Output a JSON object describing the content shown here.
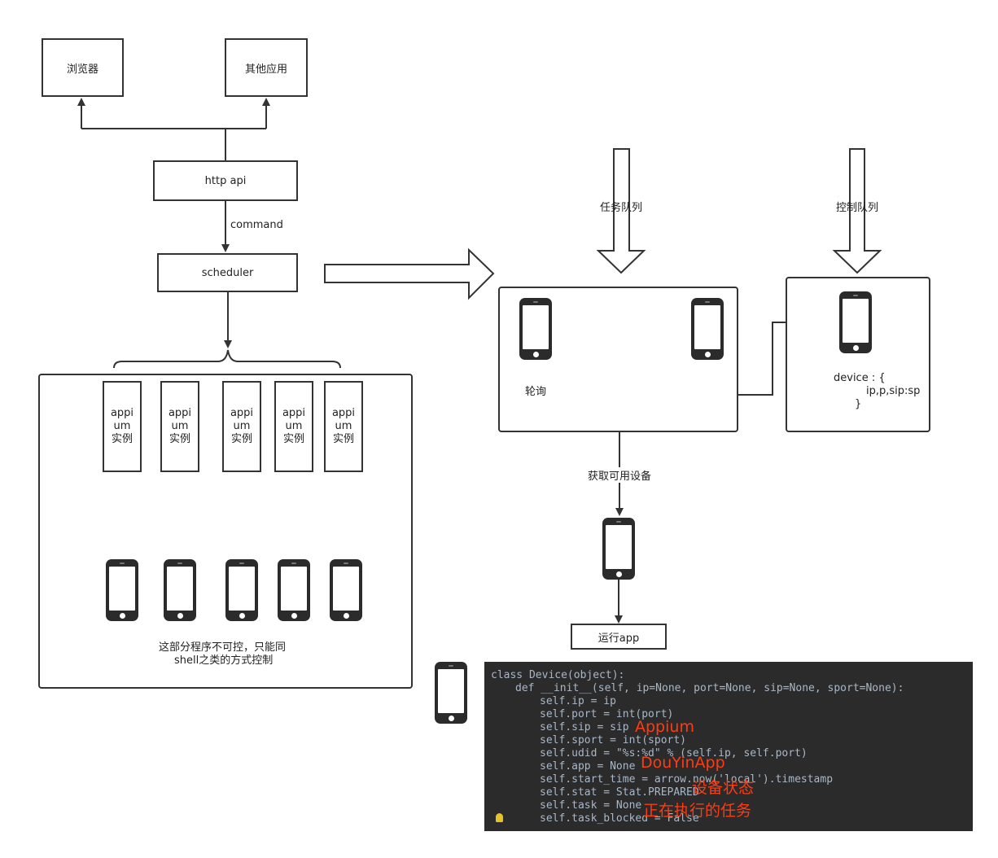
{
  "top": {
    "browser": "浏览器",
    "other_apps": "其他应用",
    "http_api": "http api",
    "command": "command",
    "scheduler": "scheduler"
  },
  "appium_group": {
    "instances": [
      "appi\num\n实例",
      "appi\num\n实例",
      "appi\num\n实例",
      "appi\num\n实例",
      "appi\num\n实例"
    ],
    "note_line1": "这部分程序不可控，只能同",
    "note_line2": "shell之类的方式控制"
  },
  "right": {
    "task_queue": "任务队列",
    "control_queue": "控制队列",
    "poll": "轮询",
    "device_line1": "device : {",
    "device_line2": "ip,p,sip:sp",
    "device_line3": "}",
    "get_device": "获取可用设备",
    "run_app": "运行app"
  },
  "code": {
    "lines": [
      "class Device(object):",
      "def __init__(self, ip=None, port=None, sip=None, sport=None):",
      "self.ip = ip",
      "self.port = int(port)",
      "self.sip = sip",
      "self.sport = int(sport)",
      "self.udid = \"%s:%d\" % (self.ip, self.port)",
      "self.app = None",
      "self.start_time = arrow.now('local').timestamp",
      "self.stat = Stat.PREPARED",
      "self.task = None",
      "self.task_blocked = False"
    ],
    "annotations": {
      "sip": "Appium",
      "app": "DouYinApp",
      "stat": "设备状态",
      "task": "正在执行的任务"
    }
  }
}
